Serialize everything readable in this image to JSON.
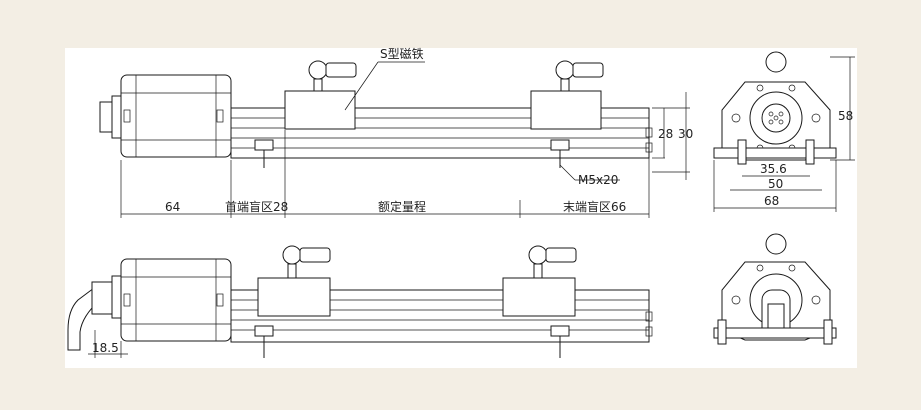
{
  "labels": {
    "magnet": "S型磁铁",
    "left_len": "64",
    "head_dead_zone": "首端盲区28",
    "rated_range": "额定量程",
    "tail_dead_zone": "末端盲区66",
    "dim_28": "28",
    "dim_30": "30",
    "thread": "M5x20",
    "dim_58": "58",
    "dim_35_6": "35.6",
    "dim_50": "50",
    "dim_68": "68",
    "dim_18_5": "18.5"
  },
  "colors": {
    "background": "#f3eee4",
    "sheet": "#ffffff",
    "line": "#1a1a1a"
  }
}
